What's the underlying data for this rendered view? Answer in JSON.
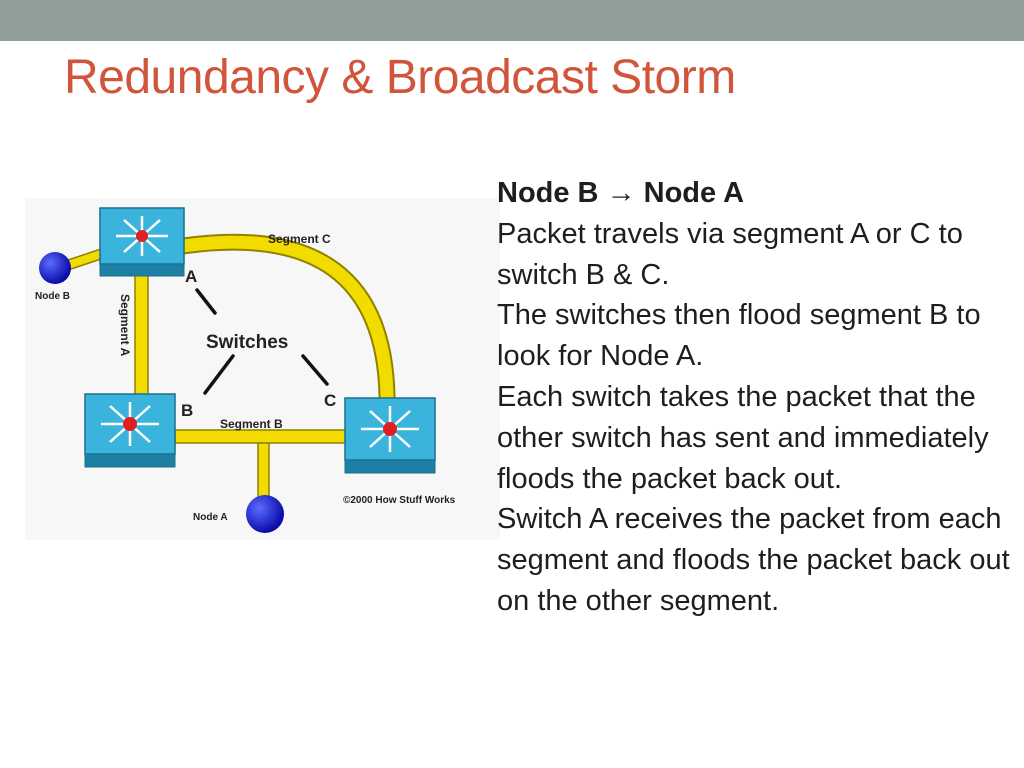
{
  "slide": {
    "title": "Redundancy & Broadcast Storm",
    "colors": {
      "title": "#d1553a",
      "top_bar": "#929e99",
      "segment": "#f2dc00",
      "switch": "#3ab4dc",
      "node": "#1414d0"
    }
  },
  "diagram": {
    "labels": {
      "segment_a": "Segment A",
      "segment_b": "Segment B",
      "segment_c": "Segment C",
      "switches": "Switches",
      "switch_a": "A",
      "switch_b": "B",
      "switch_c": "C",
      "node_a": "Node A",
      "node_b": "Node B",
      "copyright": "©2000 How Stuff Works"
    }
  },
  "text": {
    "heading_from": "Node B",
    "arrow": "→",
    "heading_to": "Node A",
    "paragraphs": [
      "Packet travels via segment  A or C to switch B & C.",
      "The switches then flood segment B to look for Node A.",
      "Each switch takes the packet that the other switch has sent and immediately floods the packet back out.",
      "Switch A receives the packet from each segment and floods the packet back out on the other segment."
    ]
  }
}
